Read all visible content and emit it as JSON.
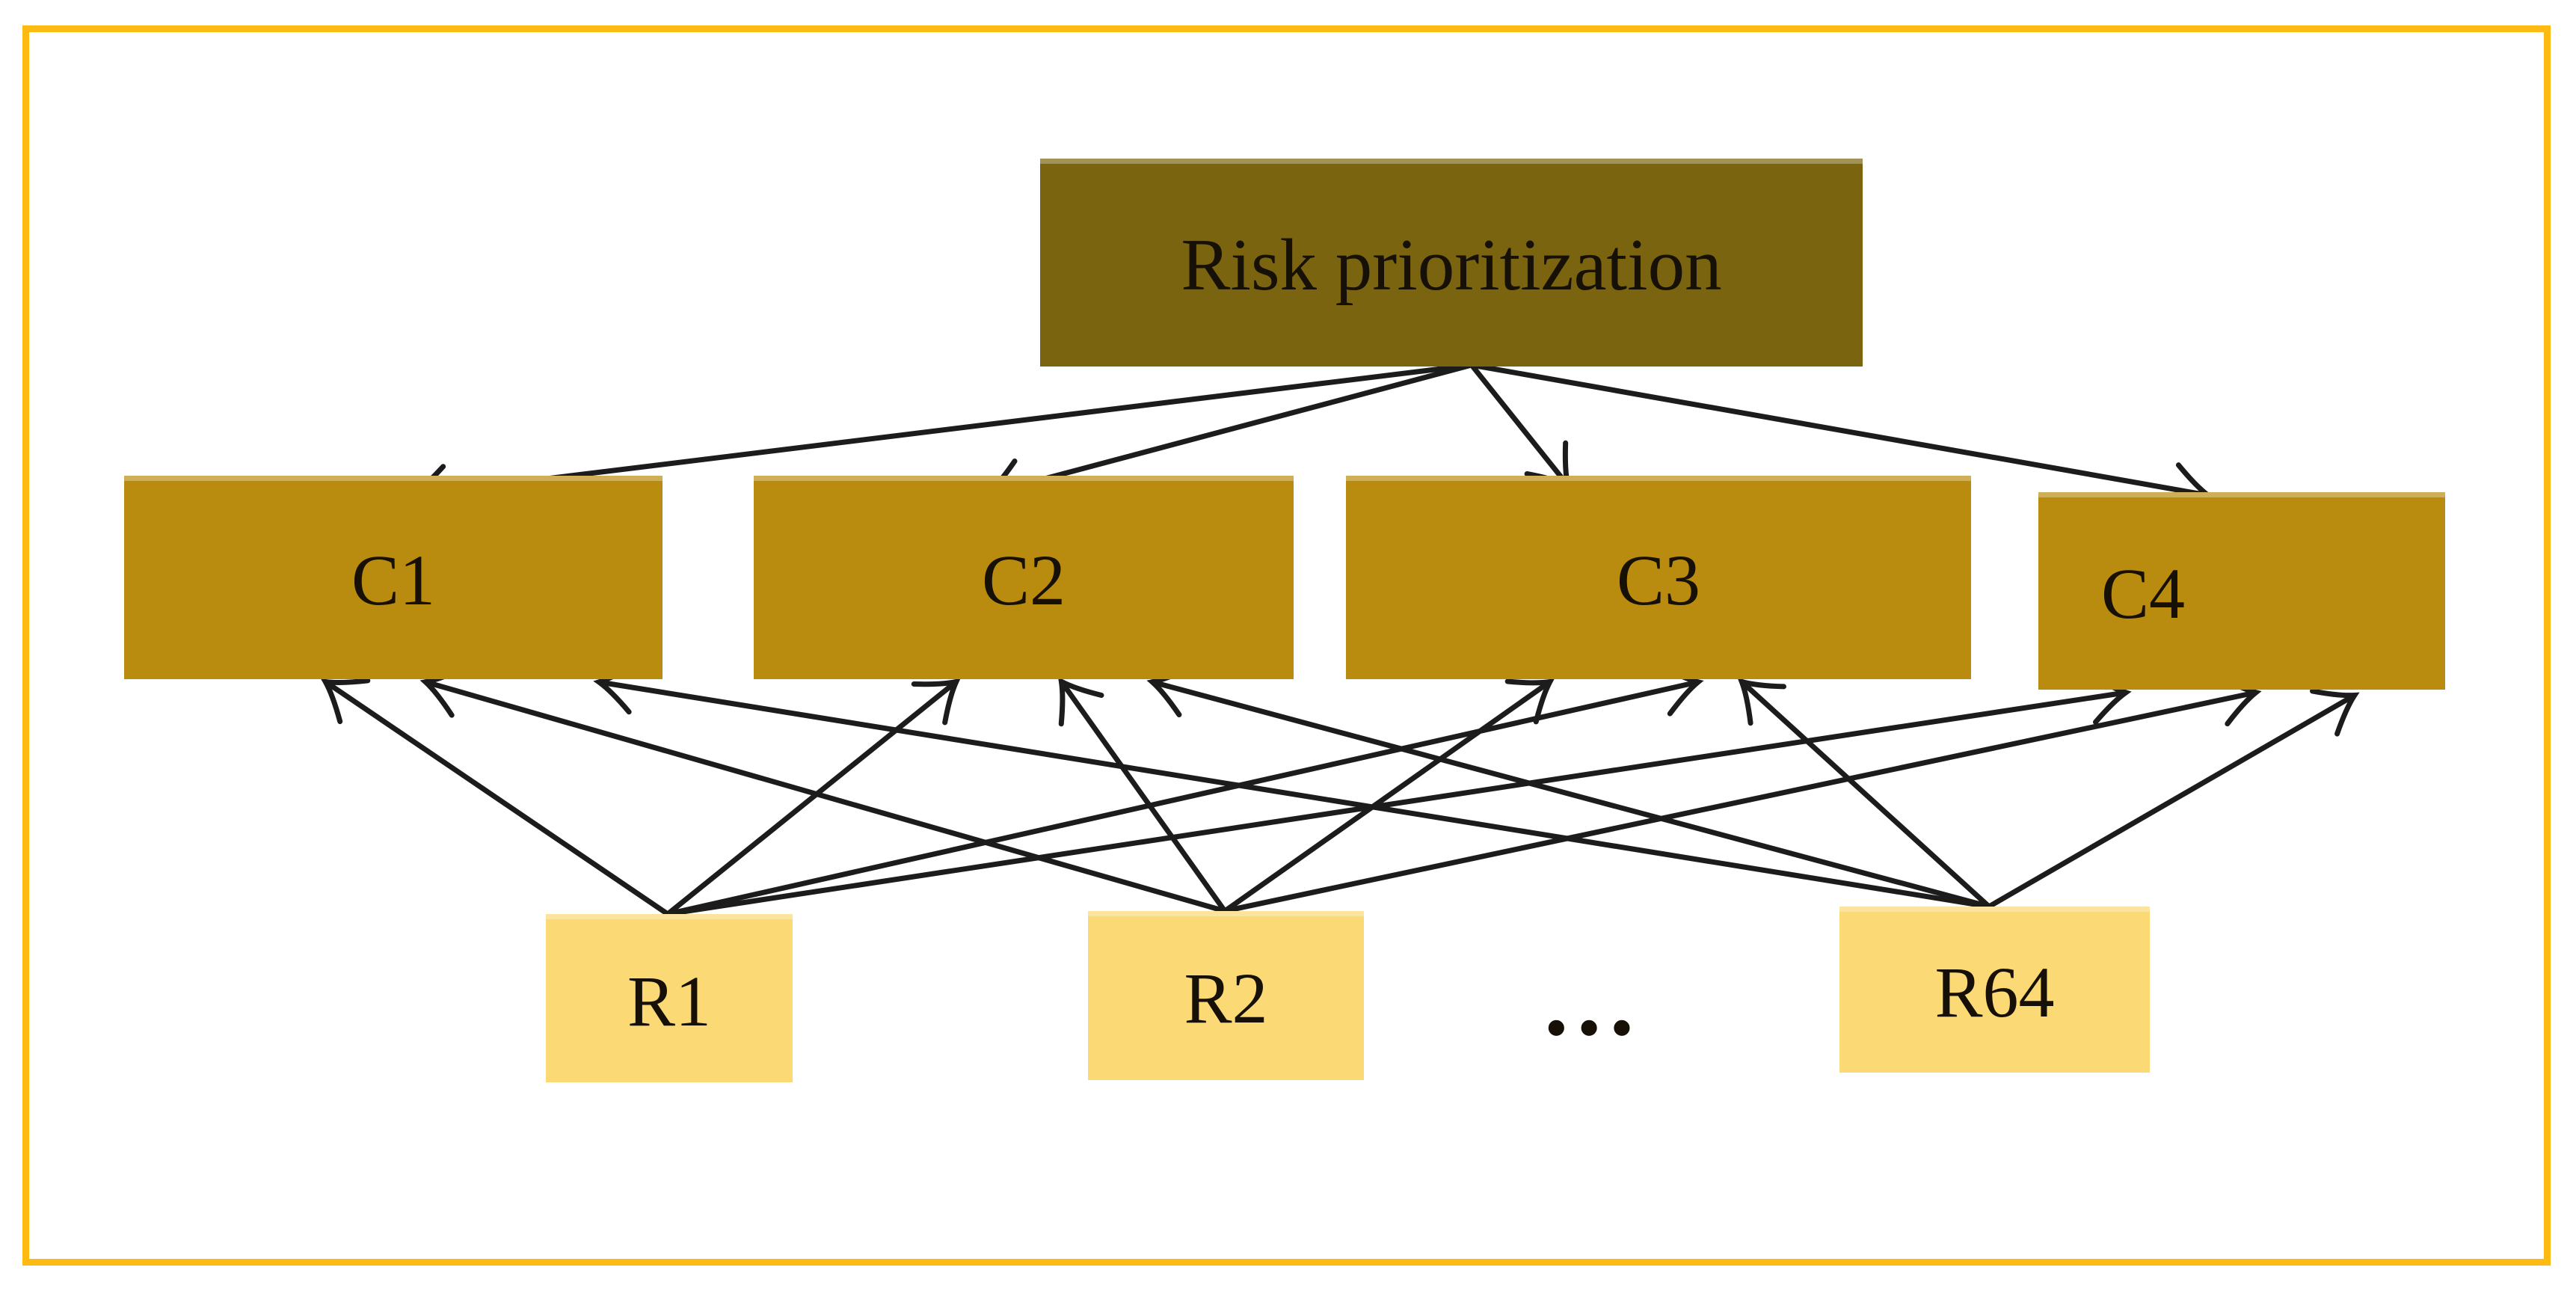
{
  "figure": {
    "title_node": {
      "id": "RP",
      "label": "Risk prioritization"
    },
    "criteria_nodes": [
      {
        "id": "C1",
        "label": "C1"
      },
      {
        "id": "C2",
        "label": "C2"
      },
      {
        "id": "C3",
        "label": "C3"
      },
      {
        "id": "C4",
        "label": "C4"
      }
    ],
    "risk_nodes": [
      {
        "id": "R1",
        "label": "R1"
      },
      {
        "id": "R2",
        "label": "R2"
      },
      {
        "id": "R64",
        "label": "R64"
      }
    ],
    "ellipsis_label": "…",
    "edges": [
      {
        "from": "RP",
        "to": "C1"
      },
      {
        "from": "RP",
        "to": "C2"
      },
      {
        "from": "RP",
        "to": "C3"
      },
      {
        "from": "RP",
        "to": "C4"
      },
      {
        "from": "R1",
        "to": "C1"
      },
      {
        "from": "R1",
        "to": "C2"
      },
      {
        "from": "R1",
        "to": "C3"
      },
      {
        "from": "R1",
        "to": "C4"
      },
      {
        "from": "R2",
        "to": "C1"
      },
      {
        "from": "R2",
        "to": "C2"
      },
      {
        "from": "R2",
        "to": "C3"
      },
      {
        "from": "R2",
        "to": "C4"
      },
      {
        "from": "R64",
        "to": "C1"
      },
      {
        "from": "R64",
        "to": "C2"
      },
      {
        "from": "R64",
        "to": "C3"
      },
      {
        "from": "R64",
        "to": "C4"
      }
    ],
    "colors": {
      "goal_fill": "#7a6410",
      "criteria_fill": "#b98b0f",
      "risk_fill": "#fbd974",
      "frame_border": "#fdba12",
      "text": "#161006",
      "arrow": "#1c1c1c",
      "background": "#ffffff"
    }
  }
}
